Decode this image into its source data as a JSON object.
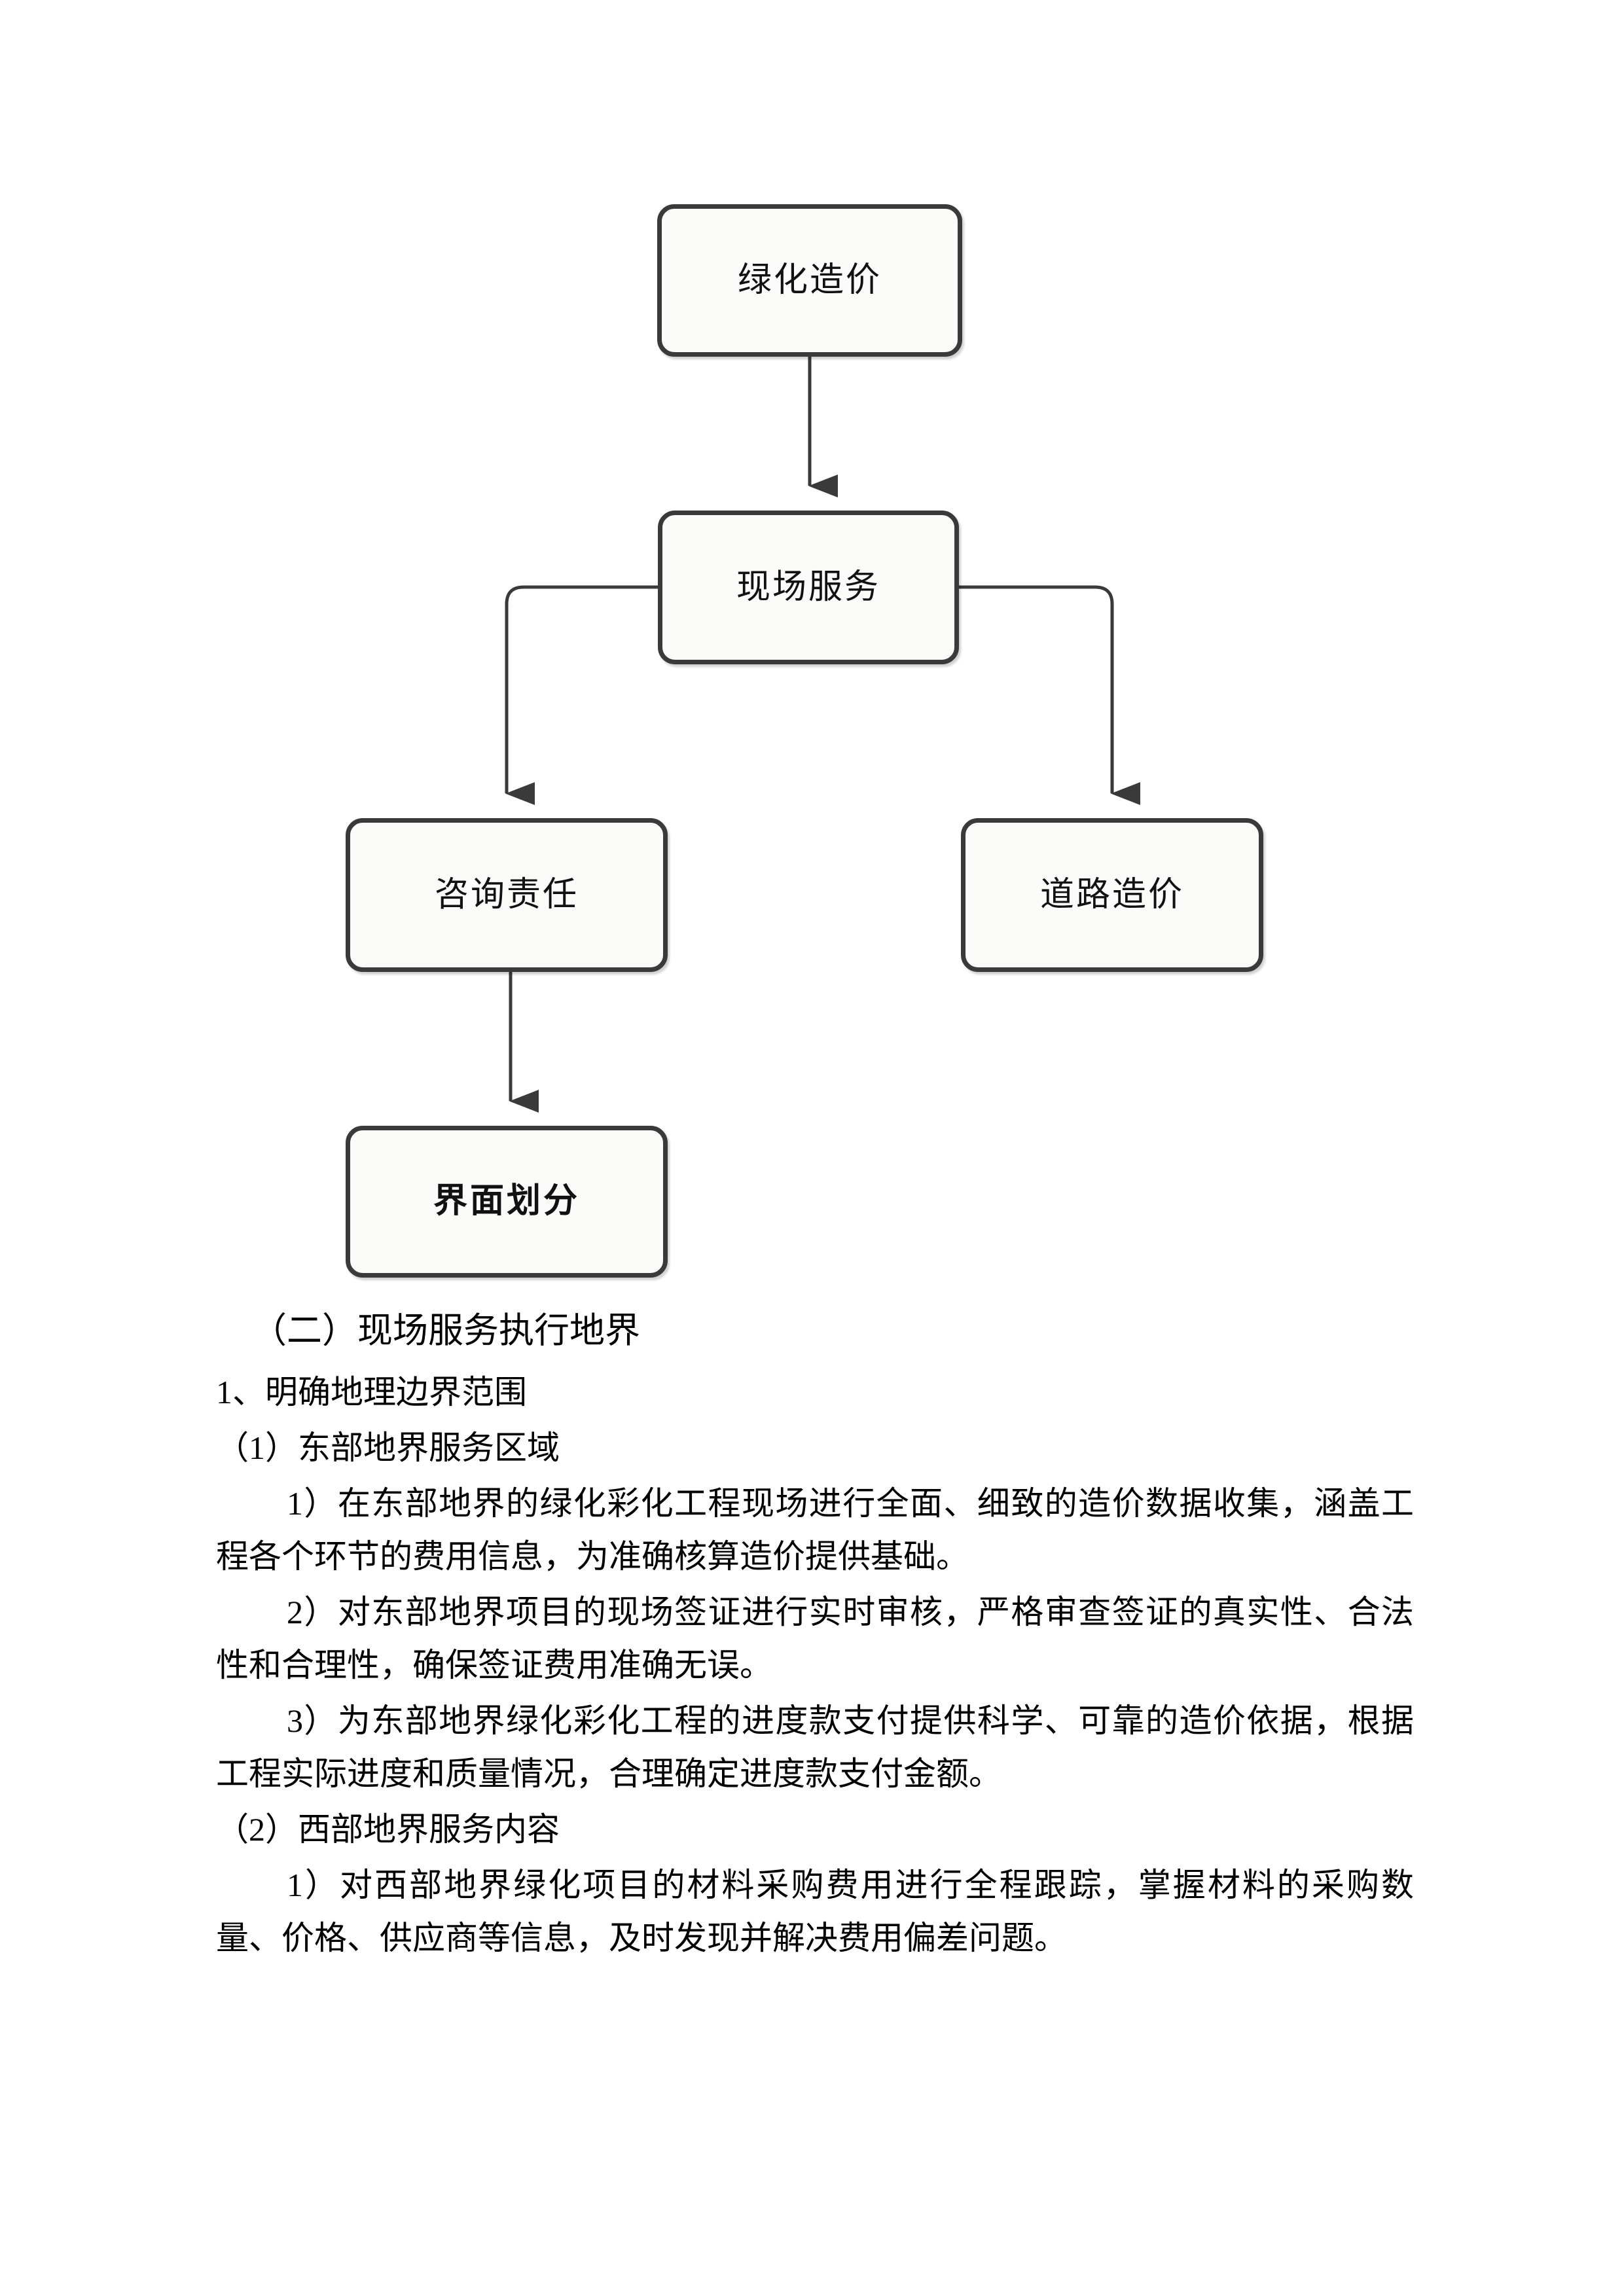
{
  "diagram": {
    "nodes": [
      {
        "id": "lvhua",
        "label": "绿化造价"
      },
      {
        "id": "xianchang",
        "label": "现场服务"
      },
      {
        "id": "zixun",
        "label": "咨询责任"
      },
      {
        "id": "daolu",
        "label": "道路造价"
      },
      {
        "id": "jiemian",
        "label": "界面划分"
      }
    ],
    "edges": [
      {
        "from": "lvhua",
        "to": "xianchang",
        "style": "straight-down"
      },
      {
        "from": "xianchang",
        "to": "zixun",
        "style": "elbow-left"
      },
      {
        "from": "xianchang",
        "to": "daolu",
        "style": "elbow-right"
      },
      {
        "from": "zixun",
        "to": "jiemian",
        "style": "straight-down"
      }
    ],
    "colors": {
      "node_border": "#3a3a3a",
      "node_fill": "#fbfbf9",
      "connector": "#3a3a3a",
      "text": "#111111"
    }
  },
  "document": {
    "heading": "（二）现场服务执行地界",
    "paragraphs": [
      {
        "level": 1,
        "text": "1、明确地理边界范围"
      },
      {
        "level": 2,
        "text": "（1）东部地界服务区域"
      },
      {
        "level": 3,
        "text": "1）在东部地界的绿化彩化工程现场进行全面、细致的造价数据收集，涵盖工程各个环节的费用信息，为准确核算造价提供基础。"
      },
      {
        "level": 3,
        "text": "2）对东部地界项目的现场签证进行实时审核，严格审查签证的真实性、合法性和合理性，确保签证费用准确无误。"
      },
      {
        "level": 3,
        "text": "3）为东部地界绿化彩化工程的进度款支付提供科学、可靠的造价依据，根据工程实际进度和质量情况，合理确定进度款支付金额。"
      },
      {
        "level": 2,
        "text": "（2）西部地界服务内容"
      },
      {
        "level": 3,
        "text": "1）对西部地界绿化项目的材料采购费用进行全程跟踪，掌握材料的采购数量、价格、供应商等信息，及时发现并解决费用偏差问题。"
      }
    ]
  }
}
